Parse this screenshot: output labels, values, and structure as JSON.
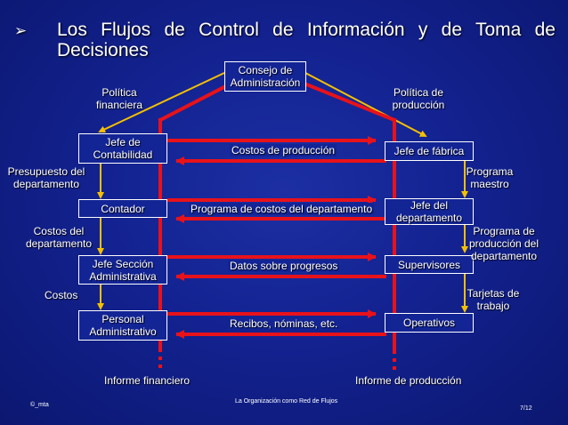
{
  "slide": {
    "bullet": "➢",
    "title": "Los Flujos de Control de Información y de Toma de Decisiones",
    "footer_left": "©_mta",
    "footer_center": "La Organización como Red de Flujos",
    "page_number": "7/12"
  },
  "boxes": {
    "board": "Consejo de Administración",
    "accounting_head": "Jefe de Contabilidad",
    "accountant": "Contador",
    "section_head": "Jefe Sección Administrativa",
    "admin_staff": "Personal Administrativo",
    "factory_head": "Jefe de fábrica",
    "dept_head": "Jefe del departamento",
    "supervisors": "Supervisores",
    "operatives": "Operativos"
  },
  "labels": {
    "financial_policy": "Política financiera",
    "production_policy": "Política de producción",
    "dept_budget": "Presupuesto del departamento",
    "master_program": "Programa maestro",
    "dept_costs": "Costos del departamento",
    "dept_production_program": "Programa de producción del departamento",
    "costs": "Costos",
    "work_cards": "Tarjetas de trabajo",
    "financial_report": "Informe financiero",
    "production_report": "Informe de producción"
  },
  "flows": {
    "production_costs": "Costos de producción",
    "dept_cost_program": "Programa de costos del departamento",
    "progress_data": "Datos sobre progresos",
    "receipts_payroll": "Recibos, nóminas, etc."
  },
  "colors": {
    "background": "#132290",
    "decision_flow": "#f5c000",
    "control_flow": "#e8121a",
    "box_border": "#ffffff"
  }
}
